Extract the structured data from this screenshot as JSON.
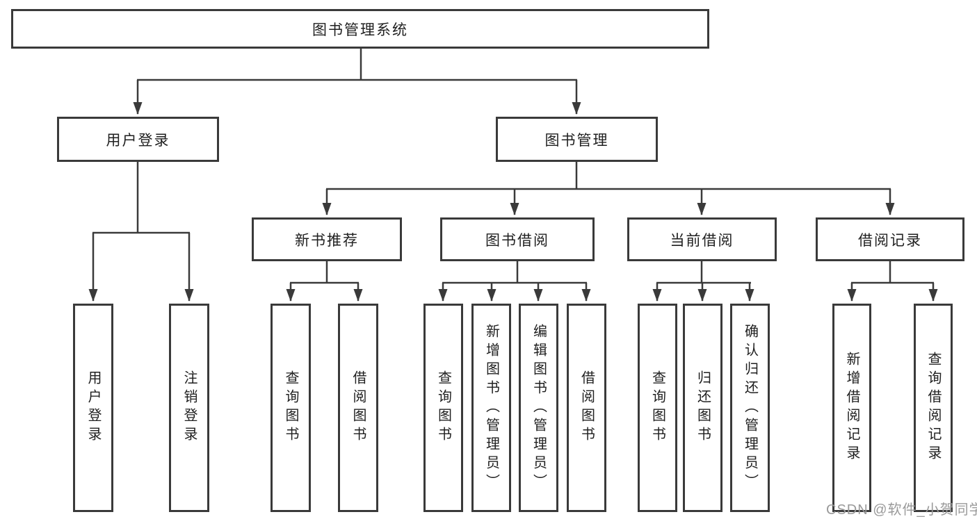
{
  "watermark": {
    "text": "CSDN @软件_小贺同学"
  },
  "colors": {
    "line": "#3a3a3a",
    "box_border": "#3a3a3a",
    "text": "#1f1f1f",
    "watermark": "#9a9a9a",
    "background": "#ffffff"
  },
  "tree": {
    "root": {
      "label": "图书管理系统"
    },
    "branches": [
      {
        "label": "用户登录",
        "children": [
          {
            "label": "用户登录"
          },
          {
            "label": "注销登录"
          }
        ]
      },
      {
        "label": "图书管理",
        "groups": [
          {
            "label": "新书推荐",
            "children": [
              {
                "label": "查询图书"
              },
              {
                "label": "借阅图书"
              }
            ]
          },
          {
            "label": "图书借阅",
            "children": [
              {
                "label": "查询图书"
              },
              {
                "label": "新增图书（管理员）"
              },
              {
                "label": "编辑图书（管理员）"
              },
              {
                "label": "借阅图书"
              }
            ]
          },
          {
            "label": "当前借阅",
            "children": [
              {
                "label": "查询图书"
              },
              {
                "label": "归还图书"
              },
              {
                "label": "确认归还（管理员）"
              }
            ]
          },
          {
            "label": "借阅记录",
            "children": [
              {
                "label": "新增借阅记录"
              },
              {
                "label": "查询借阅记录"
              }
            ]
          }
        ]
      }
    ]
  }
}
